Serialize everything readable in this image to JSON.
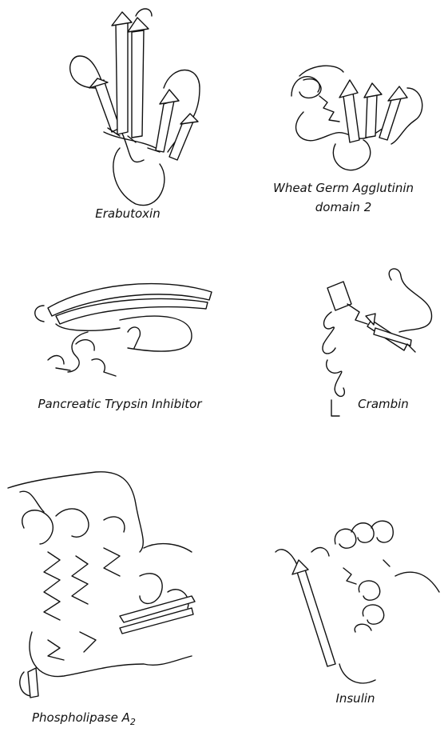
{
  "figure": {
    "panels": [
      {
        "id": "erabutoxin",
        "label": "Erabutoxin"
      },
      {
        "id": "wheat-germ-agglutinin",
        "label_line1": "Wheat Germ Agglutinin",
        "label_line2": "domain 2"
      },
      {
        "id": "pancreatic-trypsin-inhibitor",
        "label": "Pancreatic Trypsin Inhibitor"
      },
      {
        "id": "crambin",
        "label": "Crambin"
      },
      {
        "id": "phospholipase-a2",
        "label_main": "Phospholipase A",
        "label_sub": "2"
      },
      {
        "id": "insulin",
        "label": "Insulin"
      }
    ]
  }
}
